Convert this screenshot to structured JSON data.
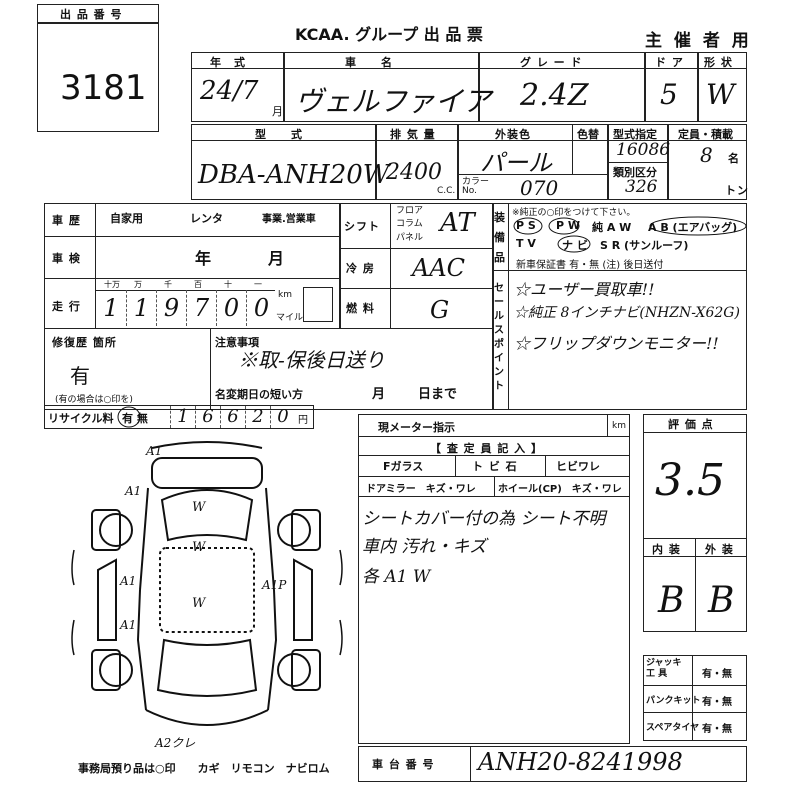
{
  "lot": {
    "label": "出 品 番 号",
    "number": "3181"
  },
  "header": {
    "title": "KCAA. グループ 出 品 票",
    "organizer": "主 催 者 用"
  },
  "row1": {
    "year_label": "年　式",
    "car_label": "車　　名",
    "grade_label": "グ レ ー ド",
    "door_label": "ド ア",
    "shape_label": "形 状",
    "year_value": "24/7",
    "year_suffix": "月",
    "car_value": "ヴェルファイア",
    "grade_value": "2.4Z",
    "door_value": "5",
    "shape_value": "W"
  },
  "row2": {
    "model_label": "型　　式",
    "disp_label": "排 気 量",
    "color_label": "外装色",
    "color_change_label": "色替",
    "type_label": "型式指定",
    "class_label": "類別区分",
    "cap_label": "定員・積載",
    "model_value": "DBA-ANH20W",
    "disp_value": "2400",
    "disp_unit": "C.C.",
    "color_value": "パール",
    "color_code_label": "カラー No.",
    "color_code": "070",
    "type_value": "16086",
    "class_value": "326",
    "cap_value": "8",
    "cap_unit": "名",
    "ton_unit": "トン"
  },
  "history": {
    "label": "車 歴",
    "opts": [
      "自家用",
      "レンタ",
      "事業.営業車"
    ]
  },
  "inspection": {
    "label": "車 検",
    "year": "年",
    "month": "月"
  },
  "mileage": {
    "label": "走 行",
    "places": [
      "十万",
      "万",
      "千",
      "百",
      "十",
      "一"
    ],
    "digits": [
      "1",
      "1",
      "9",
      "7",
      "0",
      "0"
    ],
    "km": "km",
    "mile": "マイル"
  },
  "shift": {
    "label": "シフト",
    "opts": [
      "フロア",
      "コラム",
      "パネル"
    ],
    "value": "AT"
  },
  "ac": {
    "label": "冷 房",
    "value": "AAC"
  },
  "fuel": {
    "label": "燃 料",
    "value": "G"
  },
  "equip": {
    "label": "装備品",
    "note": "※純正の○印をつけて下さい。",
    "items": [
      "P S",
      "P W",
      "純 A W",
      "A B (エアバッグ)",
      "T V",
      "ナ ビ",
      "S R (サンルーフ)"
    ],
    "warranty": "新車保証書 有・無 (注) 後日送付"
  },
  "sales": {
    "label": "セールスポイント",
    "lines": [
      "☆ユーザー買取車!!",
      "☆純正 8インチナビ(NHZN-X62G)",
      "☆フリップダウンモニター!!"
    ]
  },
  "repair": {
    "label": "修復歴 箇所",
    "value": "有",
    "note": "(有の場合は○印を)"
  },
  "caution": {
    "label": "注意事項",
    "value": "※取-保後日送り",
    "rename_label": "名変期日の短い方",
    "month": "月",
    "day": "日まで"
  },
  "recycle": {
    "label": "リサイクル料",
    "yn": "有 無",
    "value": "16620",
    "unit": "円"
  },
  "meter": {
    "label": "現メーター指示",
    "unit": "km"
  },
  "inspector": {
    "label": "【 査 定 員 記 入 】",
    "f_glass": "Fガラス",
    "tobi": "ト ビ 石",
    "hibi": "ヒビワレ",
    "mirror": "ドアミラー　キズ・ワレ",
    "wheel": "ホイール(CP)　キズ・ワレ",
    "notes": [
      "シートカバー付の為 シート不明",
      "車内 汚れ・キズ",
      "各 A1 W"
    ]
  },
  "grade_eval": {
    "label": "評 価 点",
    "value": "3.5",
    "interior_label": "内 装",
    "exterior_label": "外 装",
    "interior": "B",
    "exterior": "B"
  },
  "tools": {
    "jack_label": "ジャッキ 工 具",
    "punk_label": "パンクキット",
    "spare_label": "スペアタイヤ",
    "yn": "有・無"
  },
  "chassis": {
    "label": "車 台 番 号",
    "value": "ANH20-8241998"
  },
  "diagram": {
    "marks": [
      "A1",
      "A1",
      "W",
      "W",
      "A1",
      "A1P",
      "A1",
      "W",
      "A2クレ"
    ]
  },
  "footer": {
    "text": "事務局預り品は○印　　カギ　リモコン　ナビロム"
  }
}
